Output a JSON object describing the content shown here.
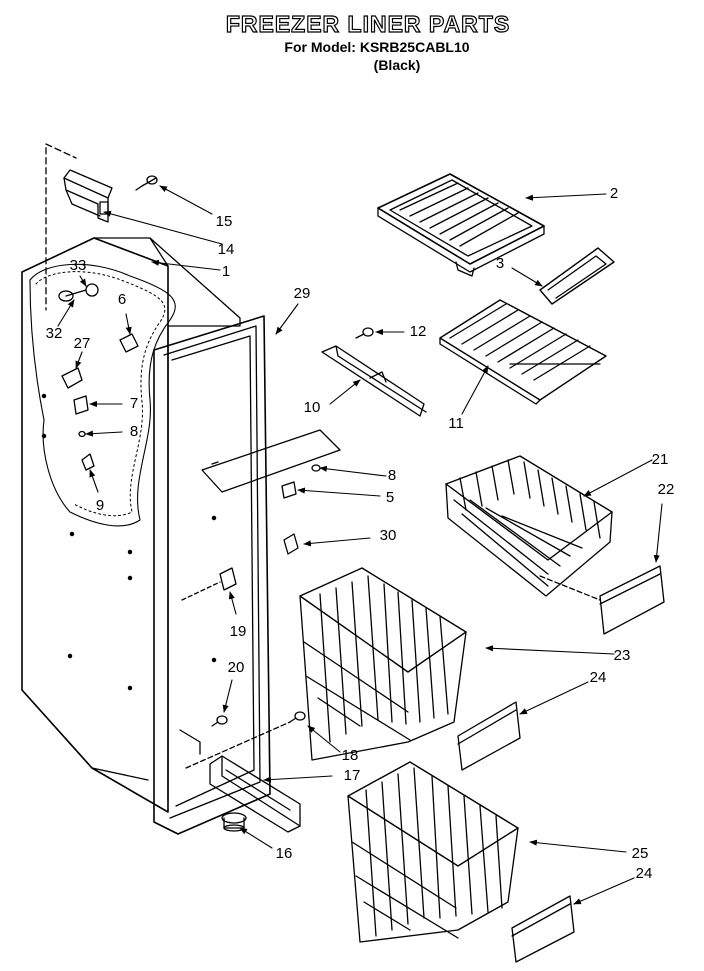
{
  "header": {
    "title": "FREEZER LINER PARTS",
    "model_line": "For Model: KSRB25CABL10",
    "variant": "(Black)"
  },
  "callouts": [
    {
      "id": "c15",
      "label": "15"
    },
    {
      "id": "c14",
      "label": "14"
    },
    {
      "id": "c1",
      "label": "1"
    },
    {
      "id": "c33",
      "label": "33"
    },
    {
      "id": "c6",
      "label": "6"
    },
    {
      "id": "c32",
      "label": "32"
    },
    {
      "id": "c27",
      "label": "27"
    },
    {
      "id": "c7",
      "label": "7"
    },
    {
      "id": "c8a",
      "label": "8"
    },
    {
      "id": "c9",
      "label": "9"
    },
    {
      "id": "c29",
      "label": "29"
    },
    {
      "id": "c2",
      "label": "2"
    },
    {
      "id": "c3",
      "label": "3"
    },
    {
      "id": "c12",
      "label": "12"
    },
    {
      "id": "c10",
      "label": "10"
    },
    {
      "id": "c11",
      "label": "11"
    },
    {
      "id": "c8b",
      "label": "8"
    },
    {
      "id": "c5",
      "label": "5"
    },
    {
      "id": "c30",
      "label": "30"
    },
    {
      "id": "c21",
      "label": "21"
    },
    {
      "id": "c22",
      "label": "22"
    },
    {
      "id": "c19",
      "label": "19"
    },
    {
      "id": "c23",
      "label": "23"
    },
    {
      "id": "c24a",
      "label": "24"
    },
    {
      "id": "c20",
      "label": "20"
    },
    {
      "id": "c18",
      "label": "18"
    },
    {
      "id": "c17",
      "label": "17"
    },
    {
      "id": "c16",
      "label": "16"
    },
    {
      "id": "c25",
      "label": "25"
    },
    {
      "id": "c24b",
      "label": "24"
    }
  ]
}
